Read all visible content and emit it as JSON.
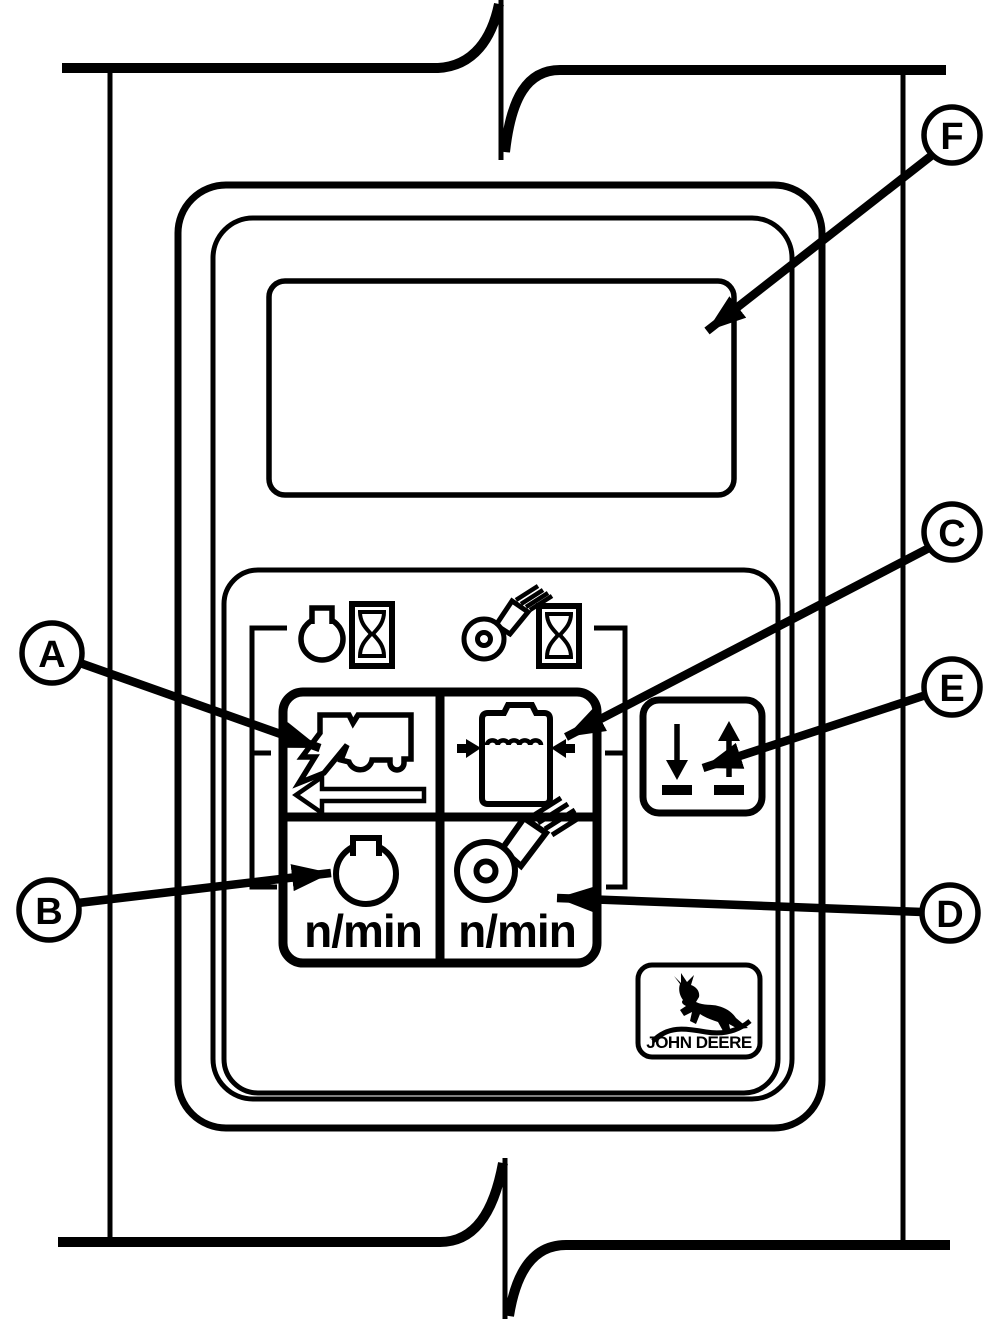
{
  "figure": {
    "kind": "technical-line-drawing",
    "subject": "combine-monitor-control-panel",
    "ink_color": "#000000",
    "paper_color": "#ffffff"
  },
  "callouts": {
    "a": "A",
    "b": "B",
    "c": "C",
    "d": "D",
    "e": "E",
    "f": "F",
    "targets": {
      "A": "combine-travel-button",
      "B": "cylinder-speed-button",
      "C": "grain-tank-button",
      "D": "fan-speed-button",
      "E": "raise-lower-button",
      "F": "display-screen"
    }
  },
  "panel": {
    "left_rpm_label": "n/min",
    "right_rpm_label": "n/min"
  },
  "logo": {
    "text": "JOHN DEERE"
  },
  "icon_names": {
    "display": "display-screen",
    "button_a": "combine-with-left-arrow-icon",
    "button_b": "threshing-drum-icon",
    "button_c": "grain-tank-level-icon",
    "button_d": "cleaning-fan-icon",
    "side_button": "lower-raise-arrows-icon",
    "legend_left": [
      "threshing-drum-icon",
      "hourglass-icon"
    ],
    "legend_right": [
      "cleaning-fan-icon",
      "hourglass-icon"
    ],
    "logo": "leaping-deer-icon"
  }
}
